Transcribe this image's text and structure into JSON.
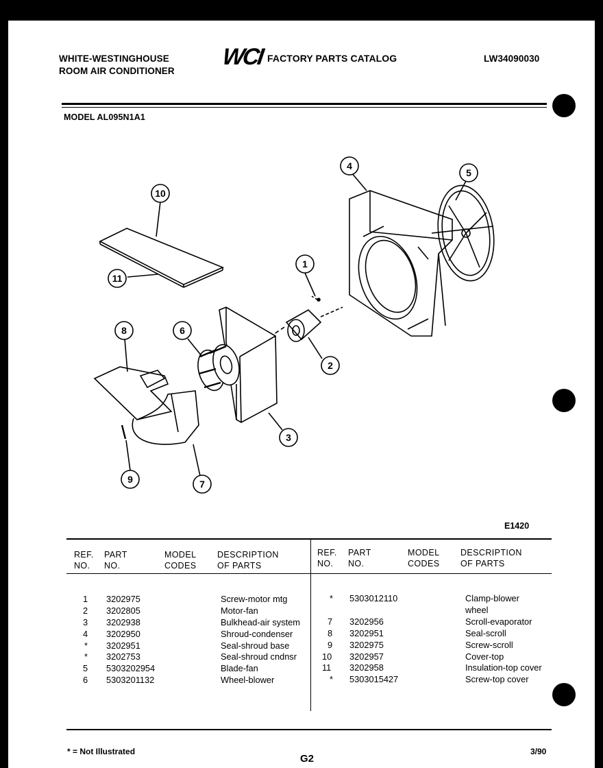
{
  "header": {
    "company_line1": "WHITE-WESTINGHOUSE",
    "company_line2": "ROOM AIR CONDITIONER",
    "logo_text": "WCI",
    "catalog_title": "FACTORY PARTS CATALOG",
    "catalog_number": "LW34090030",
    "model_label": "MODEL AL095N1A1"
  },
  "diagram": {
    "callouts": [
      "1",
      "2",
      "3",
      "4",
      "5",
      "6",
      "7",
      "8",
      "9",
      "10",
      "11"
    ],
    "figure_code": "E1420"
  },
  "table": {
    "headers": {
      "ref_line1": "REF.",
      "ref_line2": "NO.",
      "part_line1": "PART",
      "part_line2": "NO.",
      "model_line1": "MODEL",
      "model_line2": "CODES",
      "desc_line1": "DESCRIPTION",
      "desc_line2": "OF PARTS"
    },
    "left_rows": [
      {
        "ref": "1",
        "part": "3202975",
        "desc": "Screw-motor mtg"
      },
      {
        "ref": "2",
        "part": "3202805",
        "desc": "Motor-fan"
      },
      {
        "ref": "3",
        "part": "3202938",
        "desc": "Bulkhead-air system"
      },
      {
        "ref": "4",
        "part": "3202950",
        "desc": "Shroud-condenser"
      },
      {
        "ref": "*",
        "part": "3202951",
        "desc": "Seal-shroud base"
      },
      {
        "ref": "*",
        "part": "3202753",
        "desc": "Seal-shroud cndnsr"
      },
      {
        "ref": "5",
        "part": "5303202954",
        "desc": "Blade-fan"
      },
      {
        "ref": "6",
        "part": "5303201132",
        "desc": "Wheel-blower"
      }
    ],
    "right_rows": [
      {
        "ref": "*",
        "part": "5303012110",
        "desc": "Clamp-blower"
      },
      {
        "ref": "",
        "part": "",
        "desc": "wheel"
      },
      {
        "ref": "7",
        "part": "3202956",
        "desc": "Scroll-evaporator"
      },
      {
        "ref": "8",
        "part": "3202951",
        "desc": "Seal-scroll"
      },
      {
        "ref": "9",
        "part": "3202975",
        "desc": "Screw-scroll"
      },
      {
        "ref": "10",
        "part": "3202957",
        "desc": "Cover-top"
      },
      {
        "ref": "11",
        "part": "3202958",
        "desc": "Insulation-top cover"
      },
      {
        "ref": "*",
        "part": "5303015427",
        "desc": "Screw-top cover"
      }
    ]
  },
  "footer": {
    "note": "* = Not Illustrated",
    "page_code": "G2",
    "date": "3/90"
  }
}
